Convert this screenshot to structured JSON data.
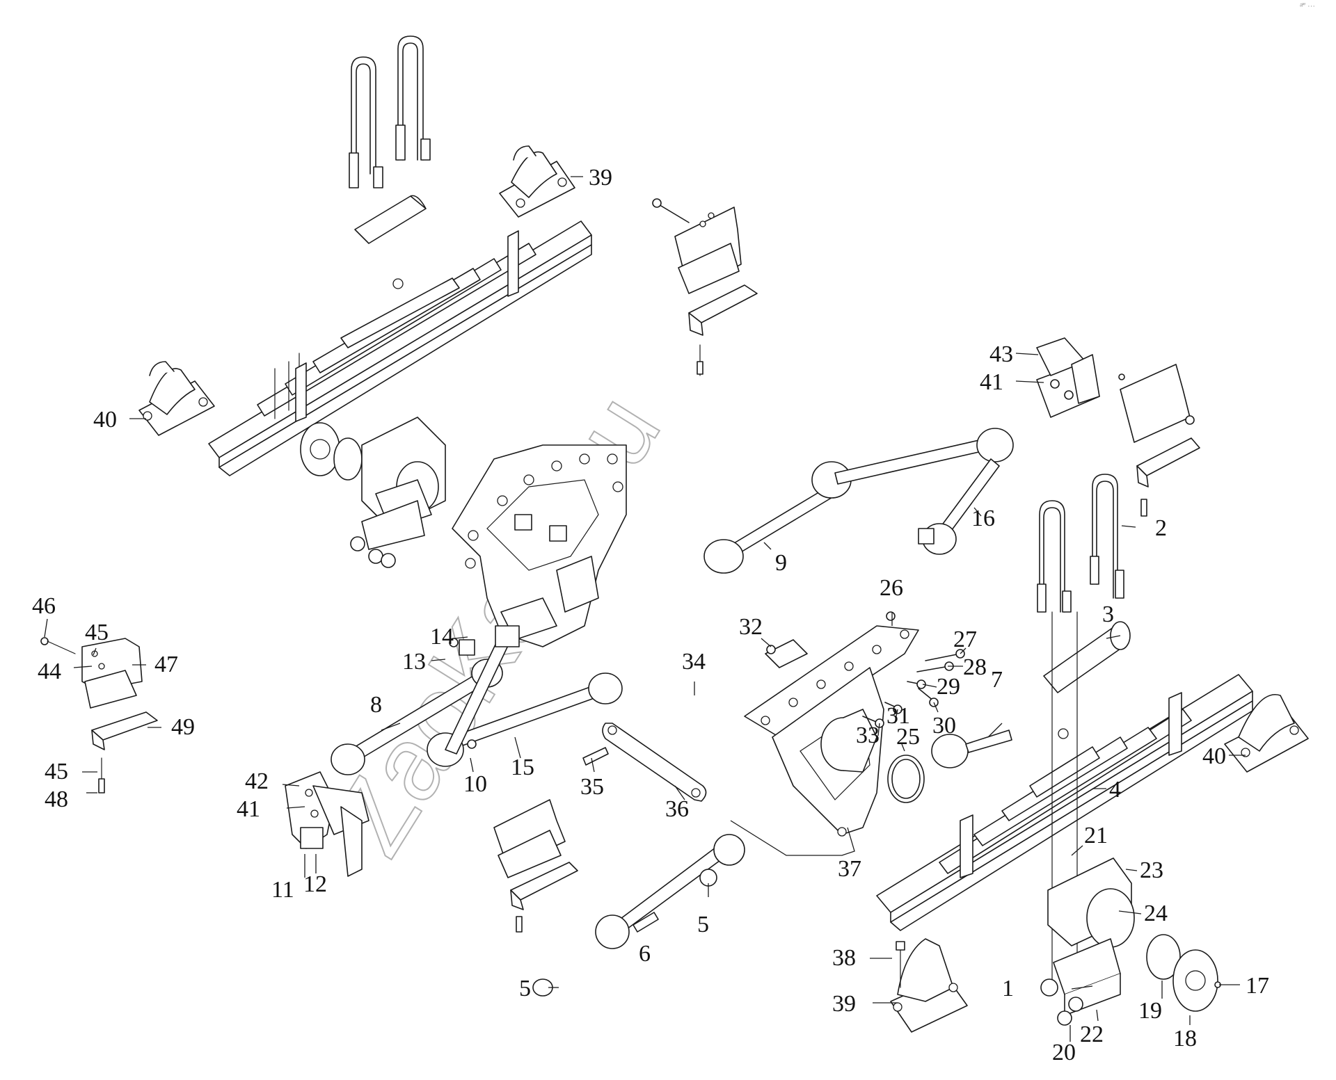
{
  "watermark": "ZaoKam.ru",
  "corner_mark": "ᵃ‴ ···",
  "callouts": {
    "c1": "1",
    "c2": "2",
    "c3": "3",
    "c4": "4",
    "c5a": "5",
    "c5b": "5",
    "c6": "6",
    "c7": "7",
    "c8": "8",
    "c9": "9",
    "c10": "10",
    "c11": "11",
    "c12": "12",
    "c13": "13",
    "c14": "14",
    "c15": "15",
    "c16": "16",
    "c17": "17",
    "c18": "18",
    "c19": "19",
    "c20": "20",
    "c21": "21",
    "c22": "22",
    "c23": "23",
    "c24": "24",
    "c25": "25",
    "c26": "26",
    "c27": "27",
    "c28": "28",
    "c29": "29",
    "c30": "30",
    "c31": "31",
    "c32": "32",
    "c33": "33",
    "c34": "34",
    "c35": "35",
    "c36": "36",
    "c37": "37",
    "c38": "38",
    "c39a": "39",
    "c39b": "39",
    "c40a": "40",
    "c40b": "40",
    "c41a": "41",
    "c41b": "41",
    "c42": "42",
    "c43": "43",
    "c44": "44",
    "c45a": "45",
    "c45b": "45",
    "c46": "46",
    "c47": "47",
    "c48": "48",
    "c49": "49"
  }
}
